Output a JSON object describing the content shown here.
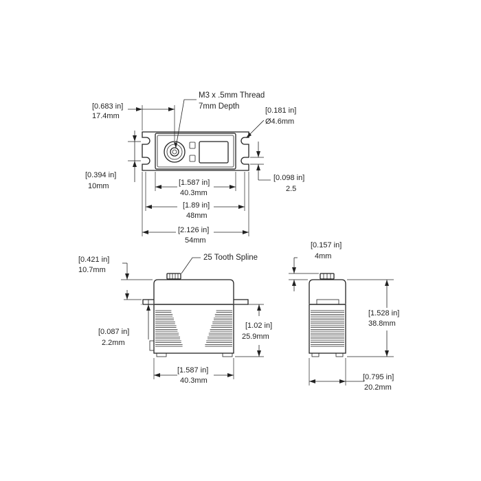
{
  "labels": {
    "thread_line1": "M3 x .5mm Thread",
    "thread_line2": "7mm Depth",
    "w1_in": "[0.683 in]",
    "w1_mm": "17.4mm",
    "hole_in": "[0.181 in]",
    "hole_mm": "Ø4.6mm",
    "h10_in": "[0.394 in]",
    "h10_mm": "10mm",
    "gap_in": "[0.098 in]",
    "gap_mm": "2.5",
    "body_in": "[1.587 in]",
    "body_mm": "40.3mm",
    "holes_in": "[1.89 in]",
    "holes_mm": "48mm",
    "total_in": "[2.126 in]",
    "total_mm": "54mm",
    "spline_h_in": "[0.421 in]",
    "spline_h_mm": "10.7mm",
    "spline": "25 Tooth Spline",
    "flange_in": "[0.087 in]",
    "flange_mm": "2.2mm",
    "lower_in": "[1.02 in]",
    "lower_mm": "25.9mm",
    "side_w_in": "[1.587 in]",
    "side_w_mm": "40.3mm",
    "end_top_in": "[0.157 in]",
    "end_top_mm": "4mm",
    "end_h_in": "[1.528 in]",
    "end_h_mm": "38.8mm",
    "end_w_in": "[0.795 in]",
    "end_w_mm": "20.2mm"
  }
}
